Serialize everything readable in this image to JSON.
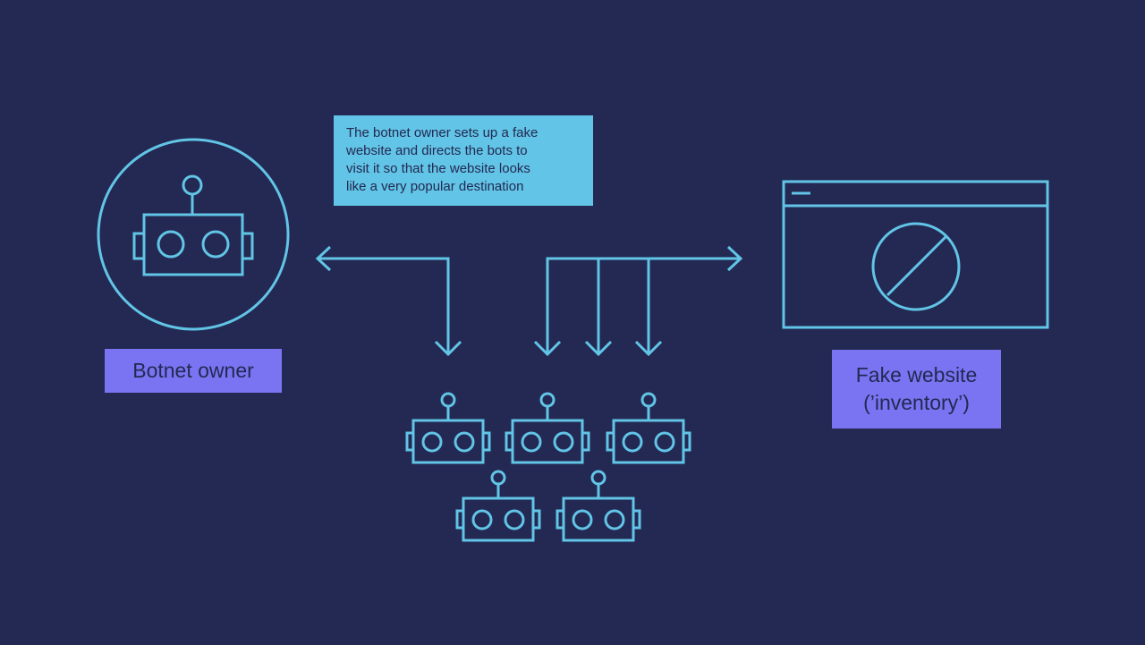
{
  "callout": {
    "lines": [
      "The botnet owner sets up a fake",
      "website and directs the bots to",
      "visit it so that the website looks",
      "like a very popular destination"
    ]
  },
  "owner_label": "Botnet owner",
  "site_label": {
    "line1": "Fake website",
    "line2": "(’inventory’)"
  },
  "colors": {
    "background": "#232952",
    "line": "#62c4e6",
    "callout_bg": "#62c4e6",
    "label_bg": "#7b74f2",
    "text": "#232952"
  },
  "icons": {
    "owner": "robot-icon",
    "bots": "robot-icon",
    "website": "blocked-browser-icon"
  },
  "bot_count": 5
}
